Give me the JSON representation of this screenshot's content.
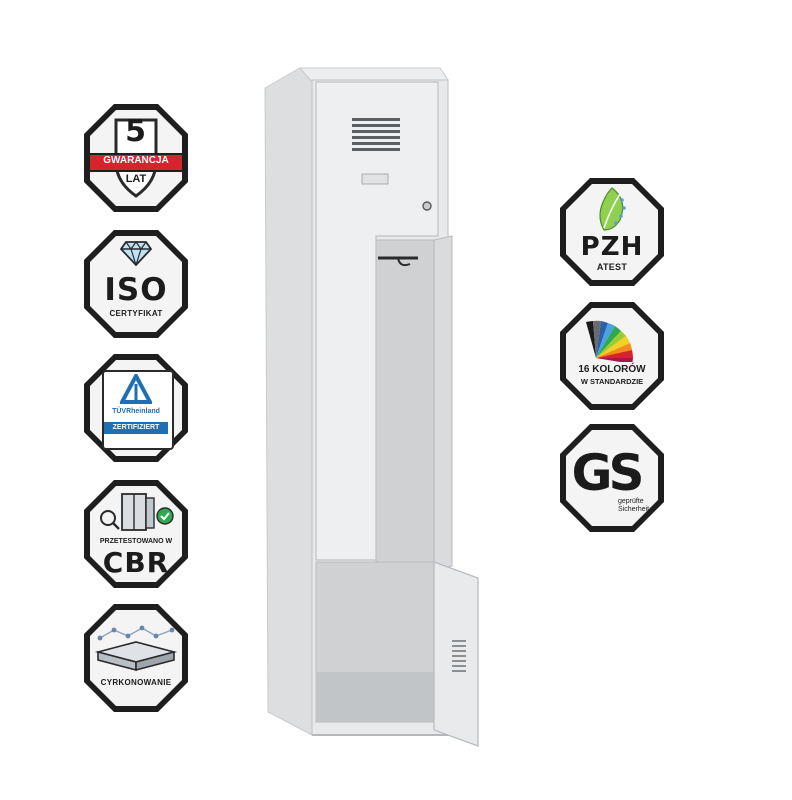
{
  "badges_left": [
    {
      "id": "warranty",
      "number": "5",
      "ribbon": "GWARANCJA",
      "sub": "LAT",
      "icon": "shield-icon"
    },
    {
      "id": "iso",
      "main": "ISO",
      "sub": "CERTYFIKAT",
      "icon": "diamond-icon"
    },
    {
      "id": "tuv",
      "brand": "TÜVRheinland",
      "ribbon": "ZERTIFIZIERT",
      "icon": "tuv-triangle-icon"
    },
    {
      "id": "cbr",
      "top": "PRZETESTOWANO W",
      "main": "CBR",
      "icon": "locker-check-icon"
    },
    {
      "id": "zirconium",
      "sub": "CYRKONOWANIE",
      "icon": "layers-icon"
    }
  ],
  "badges_right": [
    {
      "id": "pzh",
      "main": "PZH",
      "sub": "ATEST",
      "icon": "leaf-dna-icon"
    },
    {
      "id": "colors",
      "line1": "16 KOLORÓW",
      "line2": "W STANDARDZIE",
      "icon": "color-fan-icon"
    },
    {
      "id": "gs",
      "main": "GS",
      "line1": "geprüfte",
      "line2": "Sicherheit",
      "icon": "gs-mark-icon"
    }
  ],
  "colors": {
    "badge_border": "#1e1e1e",
    "badge_fill": "#f4f4f4",
    "ribbon_red": "#d7232d",
    "tuv_blue": "#1f6fb5",
    "cbr_green": "#2fa84f",
    "locker_body": "#e6e7e8"
  }
}
